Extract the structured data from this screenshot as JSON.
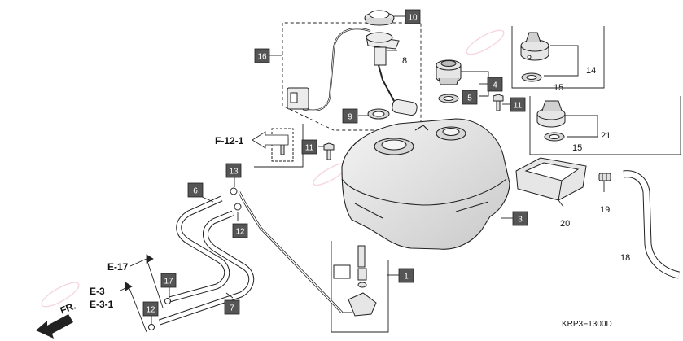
{
  "callouts": [
    {
      "id": "c10",
      "text": "10",
      "boxed": true
    },
    {
      "id": "c16",
      "text": "16",
      "boxed": true
    },
    {
      "id": "c8",
      "text": "8",
      "boxed": false
    },
    {
      "id": "c9",
      "text": "9",
      "boxed": true
    },
    {
      "id": "c4",
      "text": "4",
      "boxed": true
    },
    {
      "id": "c5",
      "text": "5",
      "boxed": true
    },
    {
      "id": "c11a",
      "text": "11",
      "boxed": true
    },
    {
      "id": "c11b",
      "text": "11",
      "boxed": true
    },
    {
      "id": "c14",
      "text": "14",
      "boxed": false
    },
    {
      "id": "c15a",
      "text": "15",
      "boxed": false
    },
    {
      "id": "c21",
      "text": "21",
      "boxed": false
    },
    {
      "id": "c15b",
      "text": "15",
      "boxed": false
    },
    {
      "id": "c13",
      "text": "13",
      "boxed": true
    },
    {
      "id": "c6",
      "text": "6",
      "boxed": true
    },
    {
      "id": "c12a",
      "text": "12",
      "boxed": true
    },
    {
      "id": "c3",
      "text": "3",
      "boxed": true
    },
    {
      "id": "c19",
      "text": "19",
      "boxed": false
    },
    {
      "id": "c20",
      "text": "20",
      "boxed": false
    },
    {
      "id": "c18",
      "text": "18",
      "boxed": false
    },
    {
      "id": "c1",
      "text": "1",
      "boxed": true
    },
    {
      "id": "c17",
      "text": "17",
      "boxed": true
    },
    {
      "id": "c7",
      "text": "7",
      "boxed": true
    },
    {
      "id": "c12b",
      "text": "12",
      "boxed": true
    }
  ],
  "refs": {
    "f121": "F-12-1",
    "e17": "E-17",
    "e3": "E-3",
    "e31": "E-3-1",
    "fr": "FR."
  },
  "diagram_code": "KRP3F1300D",
  "colors": {
    "box": "#555555",
    "line": "#222222",
    "fill": "#e6e6e6",
    "watermark": "#e07a9a"
  }
}
